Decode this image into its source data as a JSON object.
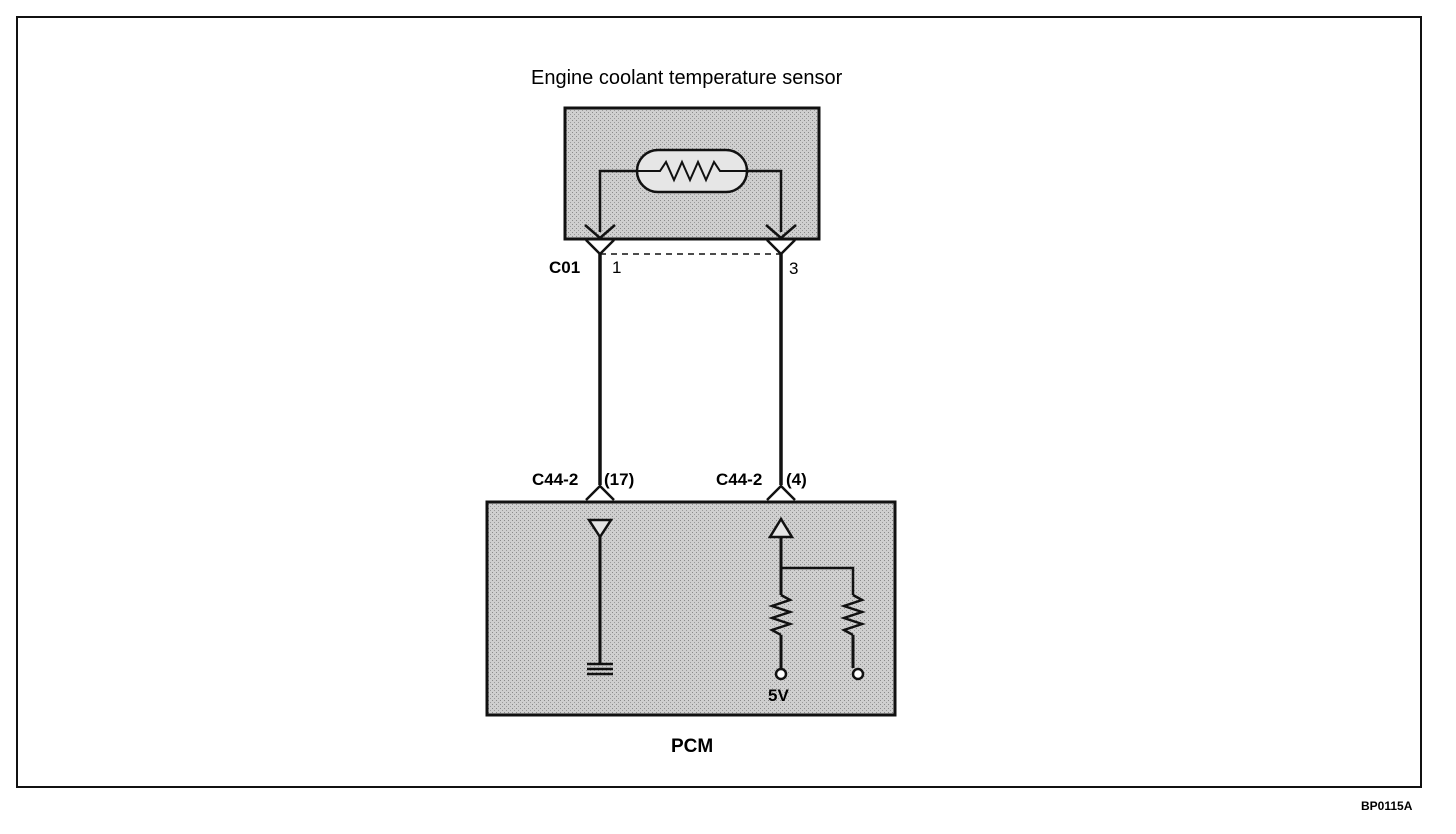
{
  "sensor": {
    "title": "Engine coolant temperature sensor"
  },
  "connector_c01": {
    "name": "C01",
    "pin_left": "1",
    "pin_right": "3"
  },
  "pcm": {
    "name": "PCM",
    "left_connector": "C44-2",
    "left_pin": "(17)",
    "right_connector": "C44-2",
    "right_pin": "(4)",
    "supply_label": "5V"
  },
  "figure_code": "BP0115A",
  "colors": {
    "box_fill": "#c9c9c9",
    "line": "#111111",
    "background": "#ffffff"
  }
}
